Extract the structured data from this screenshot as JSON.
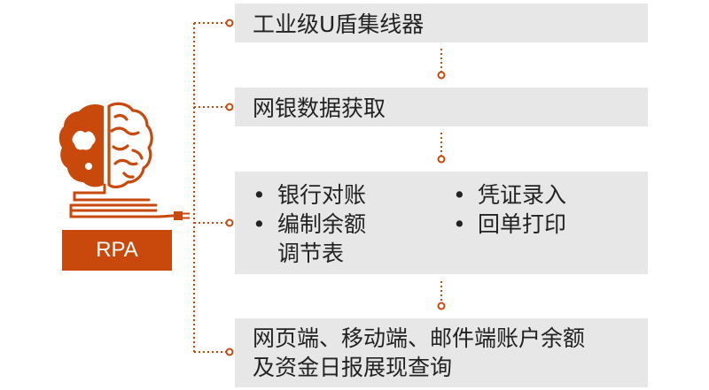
{
  "diagram": {
    "accent_color": "#c8490b",
    "box_color": "#e7e7e7",
    "badge": {
      "label": "RPA"
    },
    "icon": "brain-icon",
    "items": [
      {
        "text": "工业级U盾集线器"
      },
      {
        "text": "网银数据获取"
      },
      {
        "bullets_left": [
          "银行对账",
          "编制余额调节表"
        ],
        "bullets_right": [
          "凭证录入",
          "回单打印"
        ]
      },
      {
        "lines": [
          "网页端、移动端、邮件端账户余额",
          "及资金日报展现查询"
        ]
      }
    ]
  }
}
